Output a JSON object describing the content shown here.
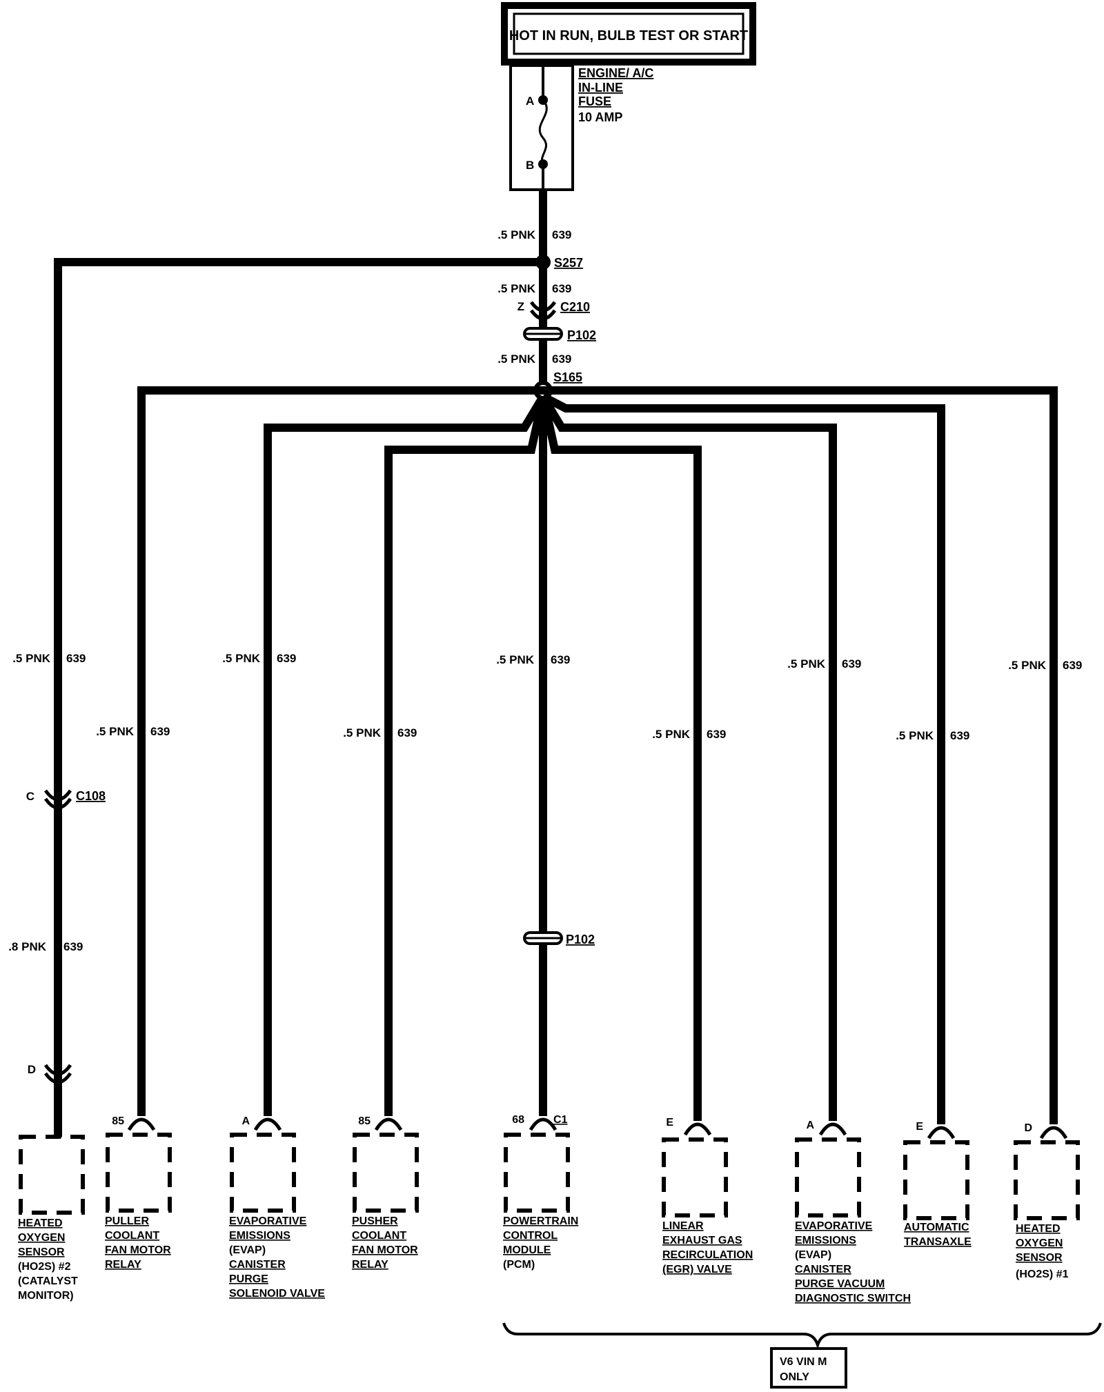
{
  "header": {
    "power_source": "HOT IN RUN, BULB TEST OR START"
  },
  "fuse": {
    "name_lines": [
      "ENGINE/ A/C",
      "IN-LINE",
      "FUSE"
    ],
    "rating": "10 AMP",
    "terminal_a": "A",
    "terminal_b": "B"
  },
  "wire": {
    "size": ".5 PNK",
    "size_alt": ".8 PNK",
    "circuit": "639"
  },
  "splices": {
    "upper": "S257",
    "lower": "S165"
  },
  "connectors": {
    "c210": "C210",
    "c210_pin": "Z",
    "p102": "P102",
    "c108": "C108",
    "c108_pin_c": "C",
    "c108_pin_d": "D"
  },
  "components": [
    {
      "pin": "",
      "lines": [
        "HEATED",
        "OXYGEN",
        "SENSOR",
        "(HO2S)  #2",
        "(CATALYST",
        "MONITOR)"
      ]
    },
    {
      "pin": "85",
      "lines": [
        "PULLER",
        "COOLANT",
        "FAN  MOTOR",
        "RELAY"
      ]
    },
    {
      "pin": "A",
      "lines": [
        "EVAPORATIVE",
        "EMISSIONS",
        "(EVAP)",
        "CANISTER",
        "PURGE",
        "SOLENOID  VALVE"
      ]
    },
    {
      "pin": "85",
      "lines": [
        "PUSHER",
        "COOLANT",
        "FAN  MOTOR",
        "RELAY"
      ]
    },
    {
      "pin": "68",
      "pin2": "C1",
      "lines": [
        "POWERTRAIN",
        "CONTROL",
        "MODULE",
        "(PCM)"
      ]
    },
    {
      "pin": "E",
      "lines": [
        "LINEAR",
        "EXHAUST GAS",
        "RECIRCULATION",
        "(EGR)  VALVE"
      ]
    },
    {
      "pin": "A",
      "lines": [
        "EVAPORATIVE",
        "EMISSIONS",
        "(EVAP)",
        "CANISTER",
        "PURGE  VACUUM",
        "DIAGNOSTIC  SWITCH"
      ]
    },
    {
      "pin": "E",
      "lines": [
        "AUTOMATIC",
        "TRANSAXLE"
      ]
    },
    {
      "pin": "D",
      "lines": [
        "HEATED",
        "OXYGEN",
        "SENSOR",
        "(HO2S)  #1"
      ]
    }
  ],
  "note": {
    "lines": [
      "V6  VIN  M",
      "ONLY"
    ]
  }
}
